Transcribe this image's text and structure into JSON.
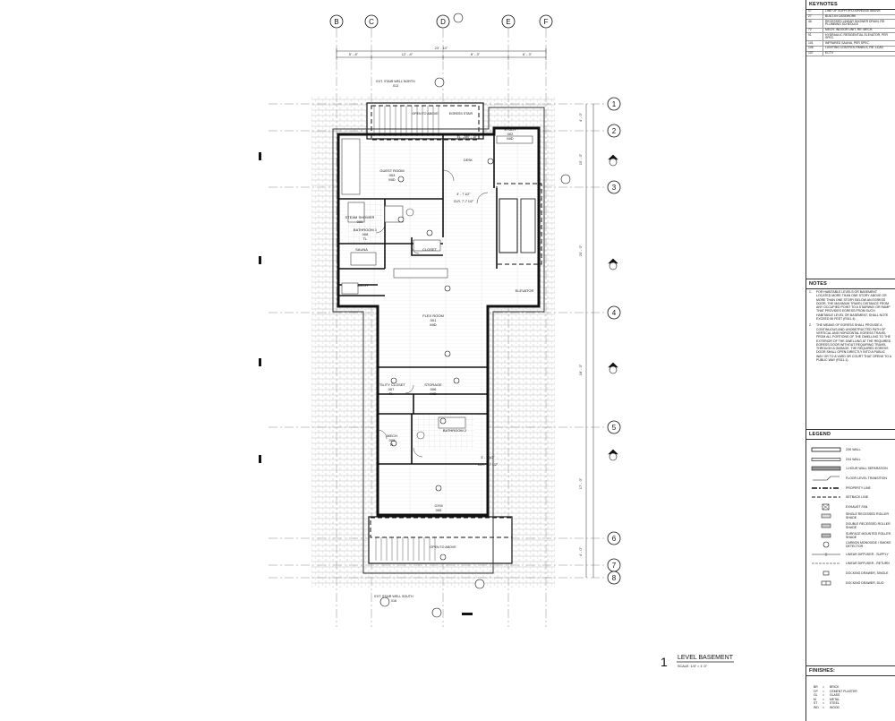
{
  "sheet": {
    "view_number": "1",
    "view_title": "LEVEL BASEMENT",
    "view_scale": "SCALE: 1/4\" = 1'-0\""
  },
  "grid": {
    "columns": [
      "B",
      "C",
      "D",
      "E",
      "F"
    ],
    "rows": [
      "1",
      "2",
      "3",
      "4",
      "5",
      "6",
      "7",
      "8"
    ],
    "overall_dim": "23' - 10\"",
    "col_dims": [
      "5' - 8\"",
      "12' - 8\"",
      "8' - 3\"",
      "6' - 3\""
    ],
    "row_dims": [
      "4' - 0\"",
      "15' - 0\"",
      "20' - 0\"",
      "18' - 0\"",
      "17' - 0\"",
      "4' - 0\""
    ]
  },
  "rooms": [
    {
      "name": "GUEST ROOM",
      "num": "003",
      "fin": "MID"
    },
    {
      "name": "BATHROOM 1",
      "num": "008",
      "fin": "TL"
    },
    {
      "name": "STEAM SHOWER",
      "num": "009",
      "fin": ""
    },
    {
      "name": "SAUNA",
      "num": "",
      "fin": ""
    },
    {
      "name": "CLOSET",
      "num": "",
      "fin": ""
    },
    {
      "name": "MECH",
      "num": "",
      "fin": ""
    },
    {
      "name": "FLEX ROOM",
      "num": "001",
      "fin": "MID"
    },
    {
      "name": "STUDY",
      "num": "002",
      "fin": "MID"
    },
    {
      "name": "ELEVATOR",
      "num": "",
      "fin": ""
    },
    {
      "name": "UTILITY CLOSET",
      "num": "007",
      "fin": "TL"
    },
    {
      "name": "STORAGE",
      "num": "006",
      "fin": "MID"
    },
    {
      "name": "MECH",
      "num": "005",
      "fin": "TL"
    },
    {
      "name": "BATHROOM 2",
      "num": "",
      "fin": ""
    },
    {
      "name": "GYM",
      "num": "005",
      "fin": "MID"
    }
  ],
  "plan_labels": {
    "open_above_n": "OPEN TO ABOVE",
    "egress_stair": "EGRESS STAIR",
    "open_above_s": "OPEN TO ABOVE",
    "stair_north": "EXT. STAIR WELL NORTH",
    "stair_north_num": "013",
    "stair_south": "EXT. STAIR WELL SOUTH",
    "stair_south_num": "016",
    "desk": "DESK",
    "clr1": "CLR. 7'-7 1/2\"",
    "clr2": "CLR. 7'-7 1/2\"",
    "dim1": "4' - 7 1/2\"",
    "dim2": "3' - 7 1/2\"",
    "elev": "EL. -280' - 10\""
  },
  "keynotes": {
    "title": "KEYNOTES",
    "items": [
      {
        "num": "17",
        "text": "LINE OF SOFFIT/FLOOR/EDGE ABOVE"
      },
      {
        "num": "27",
        "text": "BUILT-IN CASEWORK"
      },
      {
        "num": "46",
        "text": "RECESSED LINEAR SHOWER DRAIN, RE: PLUMBING SCHEDULE"
      },
      {
        "num": "72",
        "text": "MECH. INDOOR UNIT, RE: MECH."
      },
      {
        "num": "91",
        "text": "HYDRAULIC RESIDENTIAL ELEVATOR, PER SPEC."
      },
      {
        "num": "101",
        "text": "INFRARED SAUNA, PER SPEC."
      },
      {
        "num": "106",
        "text": "LIGHTING CONTROL PANELS, RE: LCAD"
      },
      {
        "num": "107",
        "text": "ECTV"
      }
    ]
  },
  "notes": {
    "title": "NOTES",
    "items": [
      {
        "num": "1.",
        "text": "FOR HABITABLE LEVELS OR BASEMENT LOCATED MORE THAN ONE STORY ABOVE OR MORE THAN ONE STORY BELOW AN EGRESS DOOR, THE MAXIMUM TRAVEL DISTANCE FROM ANY OCCUPIED POINT TO A STAIRWAY OR RAMP THAT PROVIDES EGRESS FROM SUCH HABITABLE LEVEL OR BASEMENT, SHALL NOTE EXCEED 50 FEET (R311.4)."
      },
      {
        "num": "2.",
        "text": "THE MEANS OF EGRESS SHALL PROVIDE A CONTINUOUS AND UNOBSTRUCTED PATH OF VERTICAL AND HORIZONTAL EGRESS TRAVEL FROM ALL PORTIONS OF THE DWELLING TO THE EXTERIOR OF THE DWELLING AT THE REQUIRED EGRESS DOOR WITHOUT REQUIRING TRAVEL THROUGH A GARAGE. THE REQUIRED EGRESS DOOR SHALL OPEN DIRECTLY INTO A PUBLIC WAY OR TO A YARD OR COURT THAT OPENS TO A PUBLIC WAY (R311.1)."
      }
    ]
  },
  "legend": {
    "title": "LEGEND",
    "items": [
      {
        "label": "2X6 WALL",
        "icon": "wall-2x6-icon"
      },
      {
        "label": "2X4 WALL",
        "icon": "wall-2x4-icon"
      },
      {
        "label": "1-HOUR WALL SEPARATION",
        "icon": "rated-wall-icon"
      },
      {
        "label": "FLOOR LEVEL TRANSITION",
        "icon": "floor-transition-icon"
      },
      {
        "label": "PROPERTY LINE",
        "icon": "property-line-icon"
      },
      {
        "label": "SETBACK LINE",
        "icon": "setback-line-icon"
      },
      {
        "label": "EXHAUST FAN",
        "icon": "exhaust-fan-icon"
      },
      {
        "label": "SINGLE RECESSED ROLLER SHADE",
        "icon": "shade-single-icon"
      },
      {
        "label": "DOUBLE RECESSED ROLLER SHADE",
        "icon": "shade-double-icon"
      },
      {
        "label": "SURFACE MOUNTED ROLLER SHADE",
        "icon": "shade-surface-icon"
      },
      {
        "label": "CARBON MONOXIDE / SMOKE DETECTOR",
        "icon": "detector-icon"
      },
      {
        "label": "LINEAR DIFFUSER - SUPPLY",
        "icon": "diffuser-supply-icon"
      },
      {
        "label": "LINEAR DIFFUSER - RETURN",
        "icon": "diffuser-return-icon"
      },
      {
        "label": "DOCKING DRAWER, SINGLE",
        "icon": "docking-single-icon"
      },
      {
        "label": "DOCKING DRAWER, DUO",
        "icon": "docking-duo-icon"
      }
    ]
  },
  "finishes": {
    "title": "FINISHES:",
    "items": [
      {
        "code": "BR",
        "text": "BRICK"
      },
      {
        "code": "CP",
        "text": "CEMENT PLASTER"
      },
      {
        "code": "GL",
        "text": "GLASS"
      },
      {
        "code": "M",
        "text": "METAL"
      },
      {
        "code": "ST",
        "text": "STEEL"
      },
      {
        "code": "WD",
        "text": "WOOD"
      }
    ]
  }
}
